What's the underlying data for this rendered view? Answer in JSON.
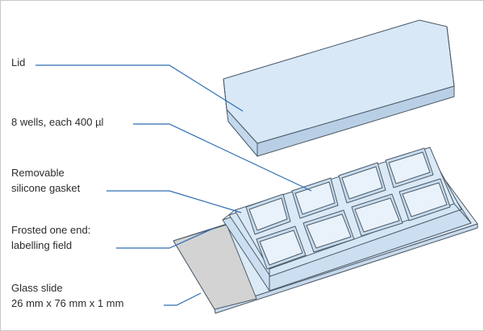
{
  "labels": {
    "lid": "Lid",
    "wells": "8 wells, each 400 µl",
    "gasket_line1": "Removable",
    "gasket_line2": "silicone gasket",
    "frosted_line1": "Frosted one end:",
    "frosted_line2": "labelling field",
    "slide_line1": "Glass slide",
    "slide_line2": "26 mm x 76 mm x 1 mm"
  },
  "colors": {
    "outline": "#4b5a68",
    "lid_face": "#d8e8f7",
    "lid_side": "#c3d8ec",
    "slide": "#dceaf6",
    "frosted": "#d3d3d3",
    "gasket": "#cfe1f2",
    "well_inner": "#e9f2fb",
    "leader": "#2d6db1",
    "text": "#2b2b2b",
    "border": "#c8c8c8"
  }
}
